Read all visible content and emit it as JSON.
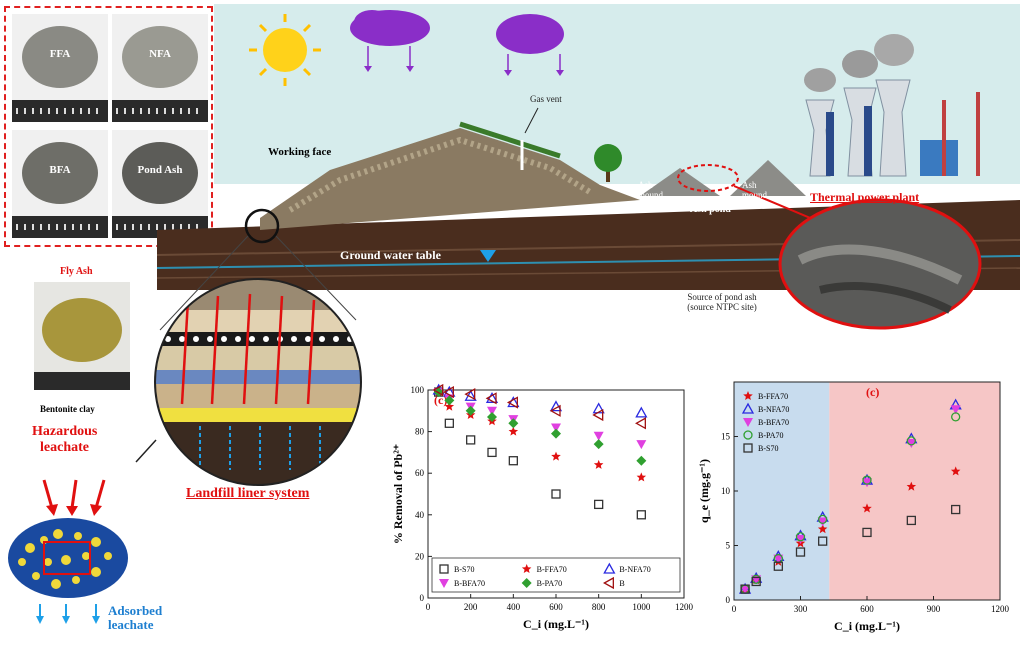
{
  "photos": {
    "items": [
      {
        "label": "FFA",
        "color": "#8a8a84"
      },
      {
        "label": "NFA",
        "color": "#9a9a92"
      },
      {
        "label": "BFA",
        "color": "#6e6e68"
      },
      {
        "label": "Pond Ash",
        "color": "#5c5c58"
      }
    ]
  },
  "scene": {
    "gas_vent": "Gas vent",
    "working_face": "Working face",
    "ground_water": "Ground water table",
    "ash_mound_left": "Ash mound",
    "ash_mound_right": "Ash mound",
    "ash_pond": "Ash pond",
    "thermal_plant": "Thermal power plant",
    "source_line1": "Source of pond ash",
    "source_line2": "(source NTPC site)",
    "fly_ash": "Fly Ash",
    "bentonite": "Bentonite clay",
    "hazardous_1": "Hazardous",
    "hazardous_2": "leachate",
    "liner": "Landfill liner system",
    "adsorbed_1": "Adsorbed",
    "adsorbed_2": "leachate"
  },
  "colors": {
    "sky": "#d6ecec",
    "cloud": "#8a2ec8",
    "sun": "#ffd21a",
    "soil": "#4a2d1e",
    "red": "#e01010",
    "blue": "#1e7fd0"
  },
  "chart_data": [
    {
      "type": "scatter",
      "panel": "(c)",
      "xlabel": "C_i (mg.L⁻¹)",
      "ylabel": "% Removal of Pb²⁺",
      "xlim": [
        0,
        1200
      ],
      "ylim": [
        0,
        100
      ],
      "xticks": [
        0,
        200,
        400,
        600,
        800,
        1000,
        1200
      ],
      "yticks": [
        0,
        20,
        40,
        60,
        80,
        100
      ],
      "legend_placement": "bottom",
      "series": [
        {
          "name": "B-S70",
          "marker": "square-open",
          "color": "#333333",
          "x": [
            50,
            100,
            200,
            300,
            400,
            600,
            800,
            1000
          ],
          "y": [
            99,
            84,
            76,
            70,
            66,
            50,
            45,
            40
          ]
        },
        {
          "name": "B-FFA70",
          "marker": "star",
          "color": "#e01010",
          "x": [
            50,
            100,
            200,
            300,
            400,
            600,
            800,
            1000
          ],
          "y": [
            99,
            92,
            88,
            85,
            80,
            68,
            64,
            58
          ]
        },
        {
          "name": "B-NFA70",
          "marker": "triangle-open",
          "color": "#2a2ae0",
          "x": [
            50,
            100,
            200,
            300,
            400,
            600,
            800,
            1000
          ],
          "y": [
            100,
            99,
            97,
            96,
            94,
            92,
            91,
            89
          ]
        },
        {
          "name": "B-BFA70",
          "marker": "triangle-down",
          "color": "#e040e0",
          "x": [
            50,
            100,
            200,
            300,
            400,
            600,
            800,
            1000
          ],
          "y": [
            99,
            96,
            92,
            90,
            86,
            82,
            78,
            74
          ]
        },
        {
          "name": "B-PA70",
          "marker": "diamond",
          "color": "#30a030",
          "x": [
            50,
            100,
            200,
            300,
            400,
            600,
            800,
            1000
          ],
          "y": [
            99,
            95,
            90,
            87,
            84,
            79,
            74,
            66
          ]
        },
        {
          "name": "B",
          "marker": "triangle-left-open",
          "color": "#a01010",
          "x": [
            50,
            100,
            200,
            300,
            400,
            600,
            800,
            1000
          ],
          "y": [
            100,
            99,
            98,
            96,
            94,
            90,
            88,
            84
          ]
        }
      ]
    },
    {
      "type": "scatter",
      "panel": "(c)",
      "xlabel": "C_i (mg.L⁻¹)",
      "ylabel": "q_e (mg.g⁻¹)",
      "xlim": [
        0,
        1200
      ],
      "ylim": [
        0,
        20
      ],
      "xticks": [
        0,
        300,
        600,
        900,
        1200
      ],
      "yticks": [
        0,
        5,
        10,
        15
      ],
      "legend_placement": "top-left",
      "shaded_regions": [
        {
          "from": 0,
          "to": 430,
          "color": "#c8dcee"
        },
        {
          "from": 430,
          "to": 1200,
          "color": "#f6c6c6"
        }
      ],
      "series": [
        {
          "name": "B-FFA70",
          "marker": "star",
          "color": "#e01010",
          "x": [
            50,
            100,
            200,
            300,
            400,
            600,
            800,
            1000
          ],
          "y": [
            1.0,
            1.8,
            3.5,
            5.2,
            6.5,
            8.4,
            10.4,
            11.8
          ]
        },
        {
          "name": "B-NFA70",
          "marker": "triangle-open",
          "color": "#2a2ae0",
          "x": [
            50,
            100,
            200,
            300,
            400,
            600,
            800,
            1000
          ],
          "y": [
            1.0,
            2.0,
            4.0,
            5.9,
            7.6,
            11.0,
            14.8,
            17.9
          ]
        },
        {
          "name": "B-BFA70",
          "marker": "triangle-down",
          "color": "#e040e0",
          "x": [
            50,
            100,
            200,
            300,
            400,
            600,
            800,
            1000
          ],
          "y": [
            1.0,
            1.9,
            3.8,
            5.6,
            7.2,
            10.8,
            14.4,
            17.5
          ]
        },
        {
          "name": "B-PA70",
          "marker": "circle-open",
          "color": "#30a030",
          "x": [
            50,
            100,
            200,
            300,
            400,
            600,
            800,
            1000
          ],
          "y": [
            1.0,
            1.9,
            3.8,
            5.8,
            7.4,
            11.0,
            14.6,
            16.8
          ]
        },
        {
          "name": "B-S70",
          "marker": "square-open",
          "color": "#333333",
          "x": [
            50,
            100,
            200,
            300,
            400,
            600,
            800,
            1000
          ],
          "y": [
            1.0,
            1.7,
            3.1,
            4.4,
            5.4,
            6.2,
            7.3,
            8.3
          ]
        }
      ]
    }
  ]
}
